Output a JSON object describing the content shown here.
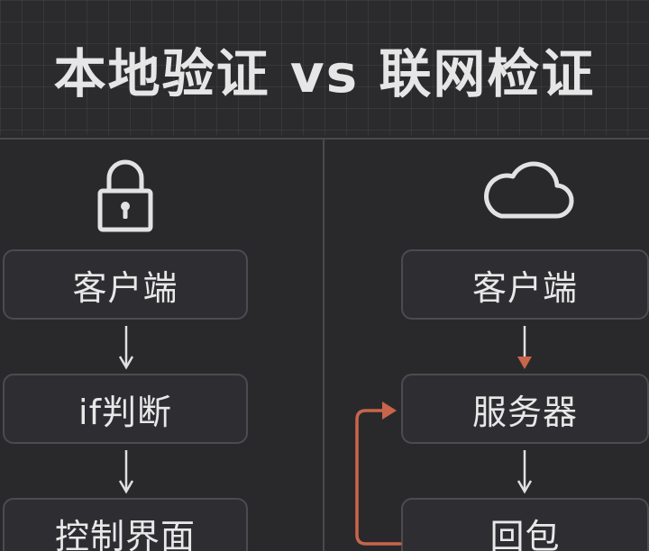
{
  "title": "本地验证 vs 联网检证",
  "left": {
    "icon": "lock-icon",
    "boxes": [
      "客户端",
      "if判断",
      "控制界面"
    ]
  },
  "right": {
    "icon": "cloud-icon",
    "boxes": [
      "客户端",
      "服务器",
      "回包"
    ]
  },
  "colors": {
    "background": "#2a2a2d",
    "box_border": "#4b4b50",
    "arrow_neutral": "#e0e0e0",
    "arrow_accent": "#c8654a"
  }
}
